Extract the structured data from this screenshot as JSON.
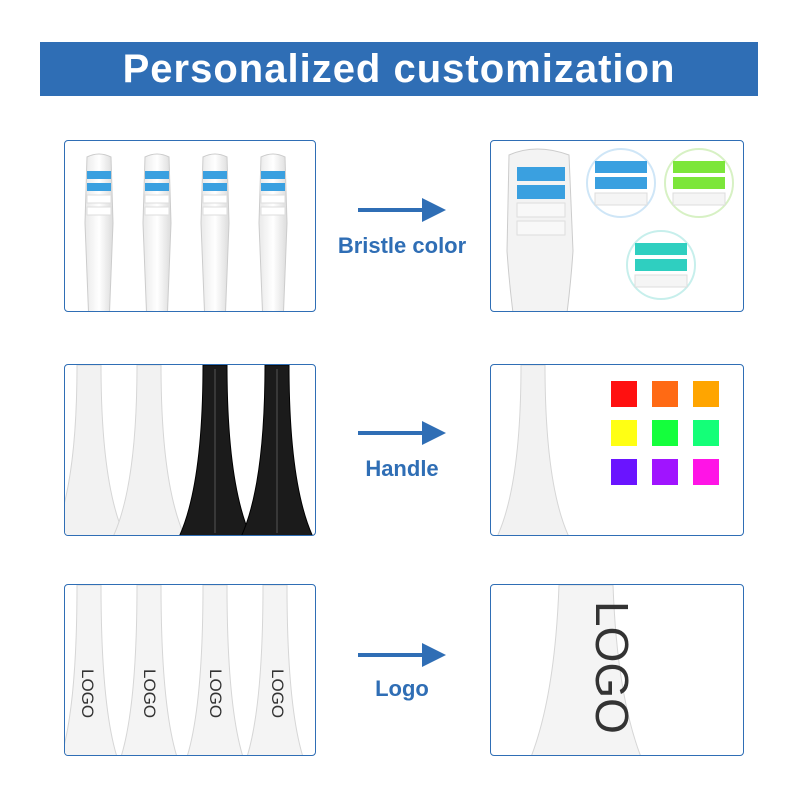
{
  "banner": {
    "title": "Personalized customization"
  },
  "steps": [
    {
      "label": "Bristle color"
    },
    {
      "label": "Handle"
    },
    {
      "label": "Logo"
    }
  ],
  "logo_text": "LOGO",
  "colors": {
    "accent": "#2f6eb5",
    "handle_swatches": [
      "#ff1010",
      "#ff6a14",
      "#ffa500",
      "#ffff14",
      "#14ff3c",
      "#14ff78",
      "#6a14ff",
      "#a014ff",
      "#ff14e6"
    ],
    "bristle_variants": [
      "#3aa0e0",
      "#7ce63a",
      "#2fcfc0"
    ]
  }
}
